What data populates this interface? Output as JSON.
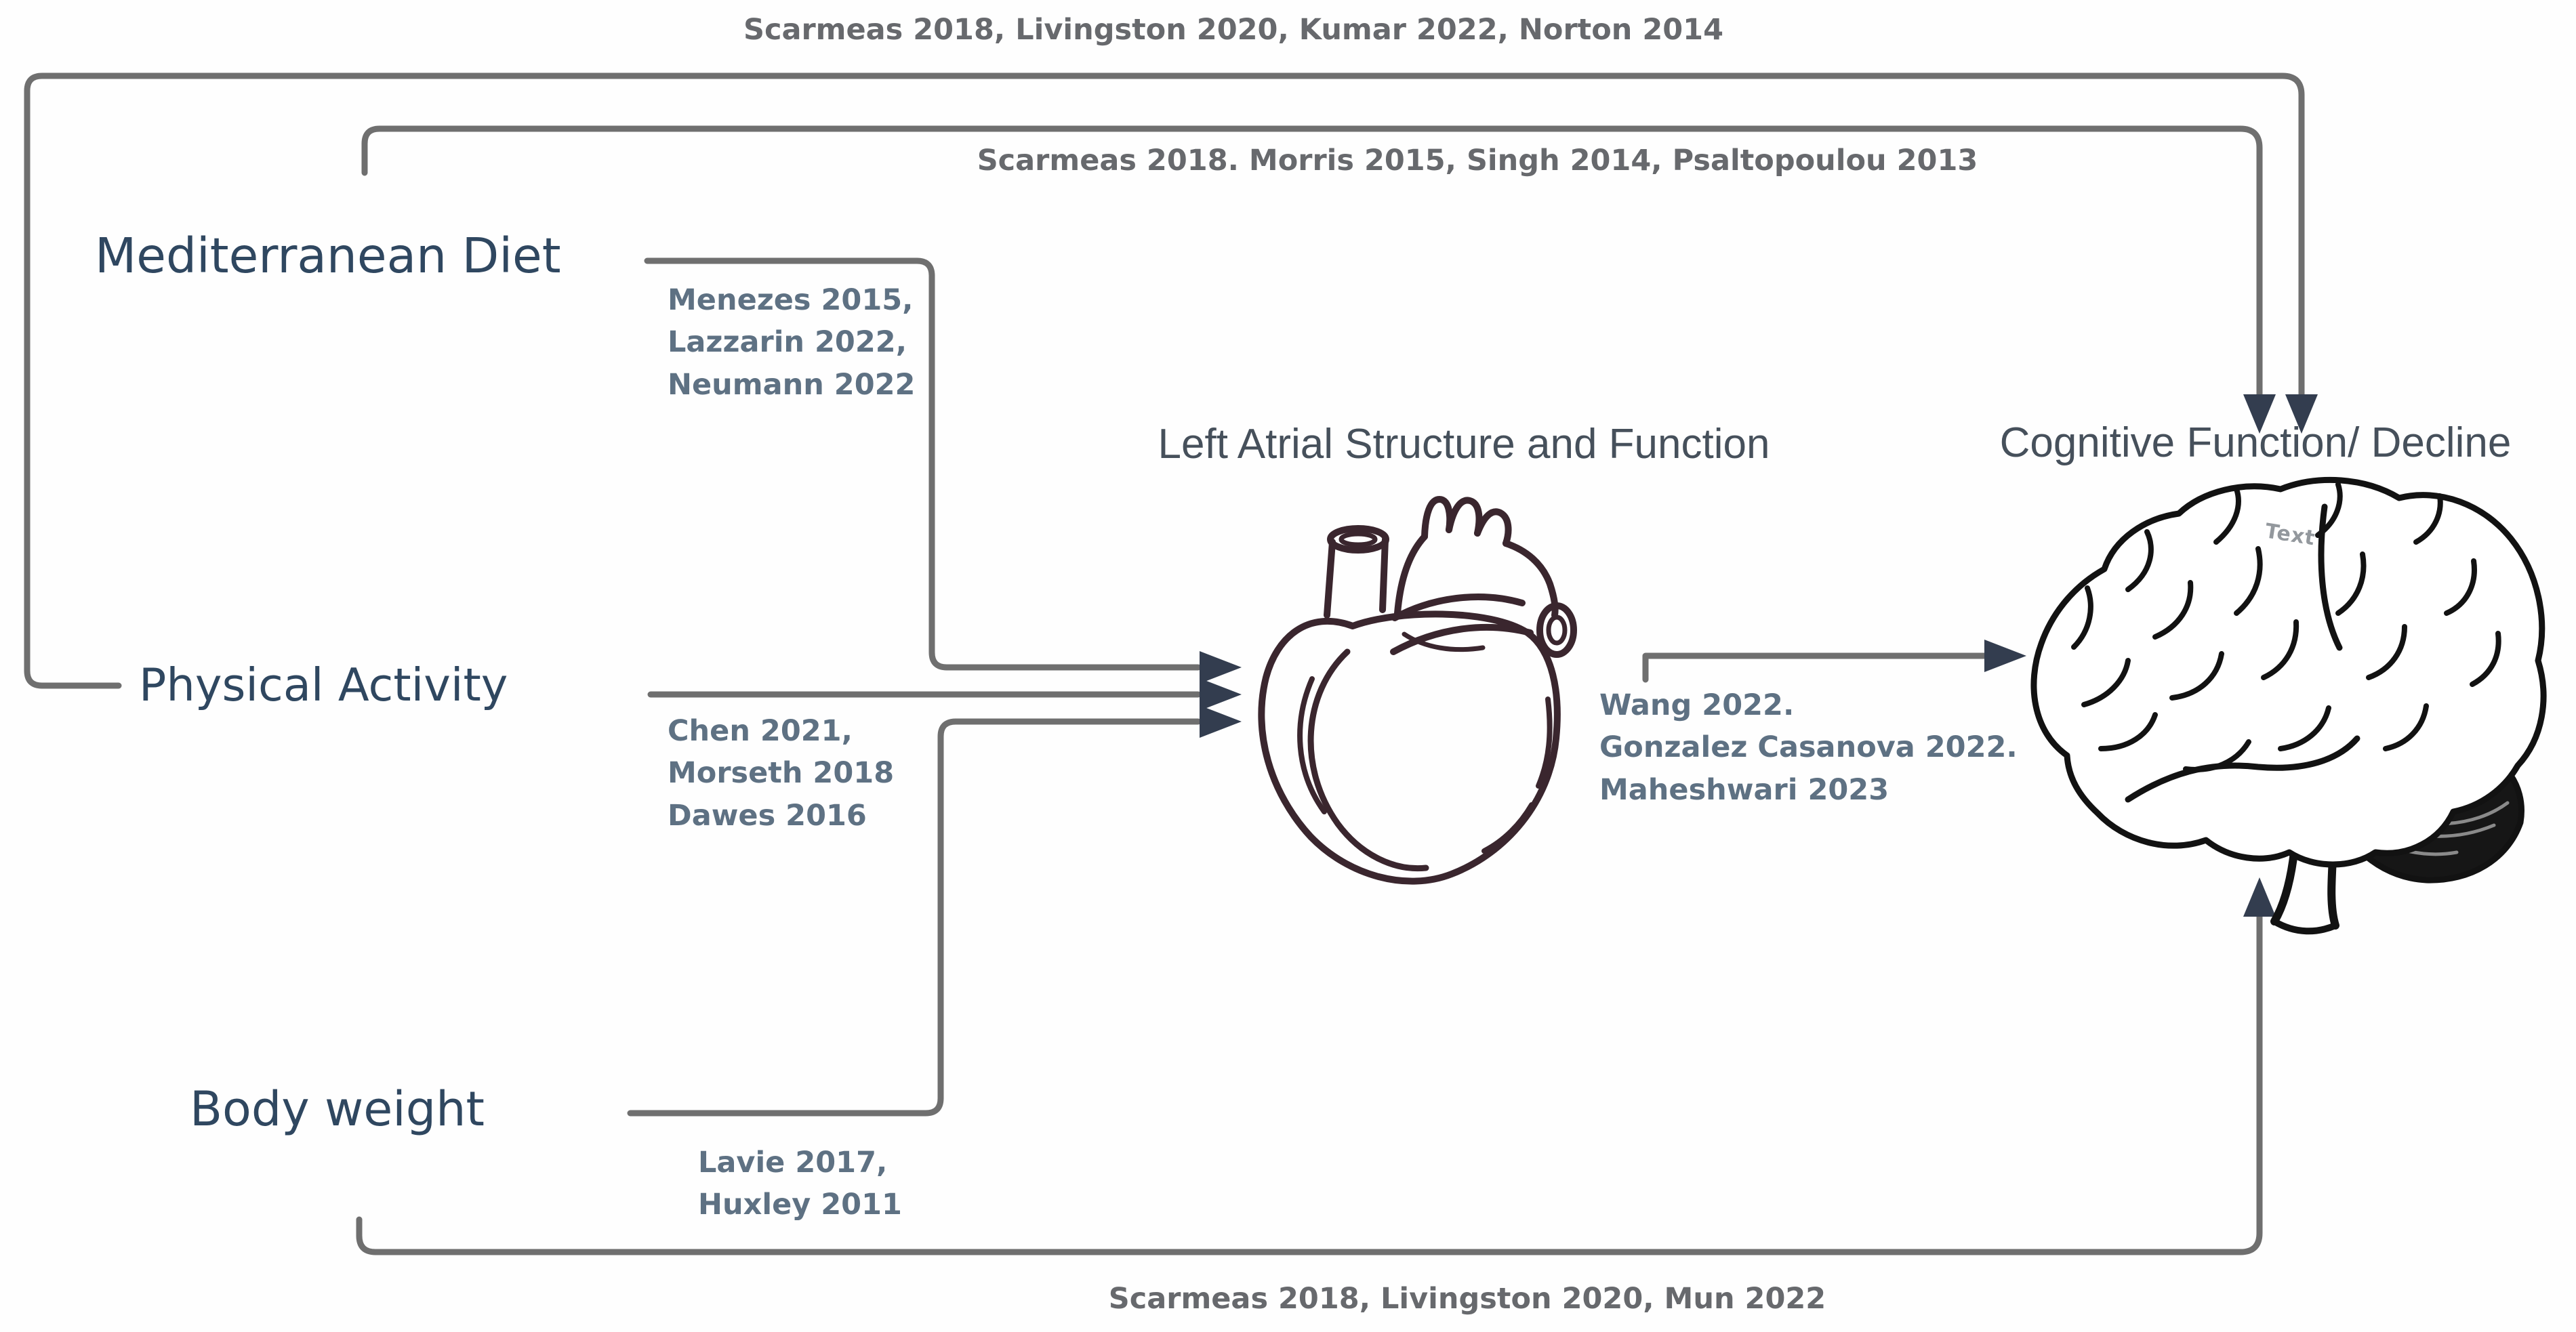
{
  "diagram": {
    "nodes": {
      "mediterranean_diet": "Mediterranean Diet",
      "physical_activity": "Physical Activity",
      "body_weight": "Body weight",
      "left_atrial": "Left Atrial Structure and Function",
      "cognitive": "Cognitive Function/ Decline"
    },
    "edge_labels": {
      "top_outer": "Scarmeas 2018, Livingston 2020, Kumar 2022, Norton 2014",
      "top_inner": "Scarmeas 2018. Morris 2015, Singh 2014, Psaltopoulou 2013",
      "med_to_heart": [
        "Menezes 2015,",
        "Lazzarin 2022,",
        "Neumann 2022"
      ],
      "pa_to_heart": [
        "Chen 2021,",
        "Morseth 2018",
        "Dawes 2016"
      ],
      "bw_to_heart": [
        "Lavie 2017,",
        "Huxley 2011"
      ],
      "heart_to_brain": [
        "Wang 2022.",
        "Gonzalez Casanova 2022.",
        "Maheshwari 2023"
      ],
      "bottom": "Scarmeas 2018, Livingston 2020, Mun 2022"
    },
    "watermark": "Text",
    "icons": {
      "heart": "anatomical-heart-icon",
      "brain": "brain-icon"
    },
    "colors": {
      "line": "#6f6f6f",
      "arrowhead": "#333d4f",
      "node_label": "#2f4760",
      "title_label": "#46505b",
      "citation_gray": "#67696d",
      "citation_blue": "#5e7183",
      "heart_stroke": "#3a262e",
      "brain_stroke": "#121212",
      "background": "#fefefe"
    }
  }
}
